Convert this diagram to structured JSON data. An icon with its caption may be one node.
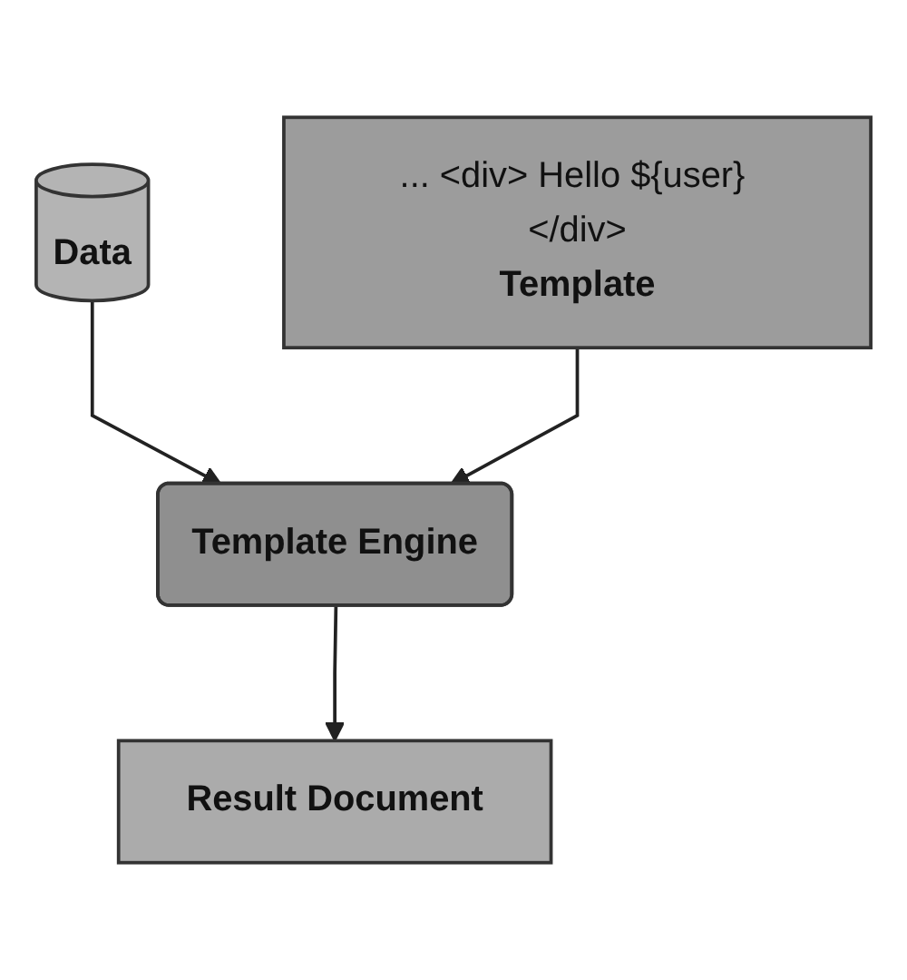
{
  "diagram": {
    "nodes": [
      {
        "text": [
          "Data"
        ]
      },
      {
        "text": [
          "... <div> Hello ${user} </div>",
          "Template"
        ]
      },
      {
        "text": [
          "Template Engine"
        ]
      },
      {
        "text": [
          "Result Document"
        ]
      }
    ],
    "edges": [
      {
        "from": 0,
        "to": 2,
        "arrow": "to"
      },
      {
        "from": 1,
        "to": 2,
        "arrow": "to"
      },
      {
        "from": 2,
        "to": 3,
        "arrow": "to"
      }
    ]
  }
}
